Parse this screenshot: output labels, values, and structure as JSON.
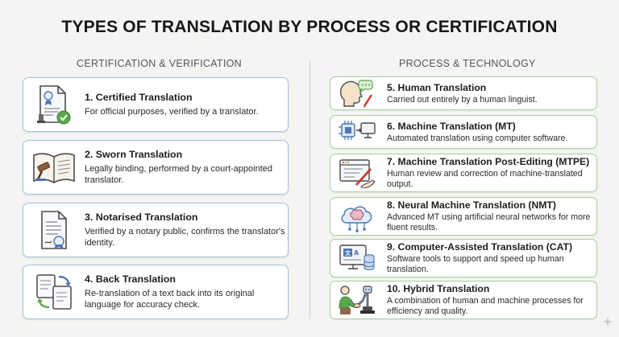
{
  "title": "TYPES OF TRANSLATION BY PROCESS OR CERTIFICATION",
  "left_heading": "CERTIFICATION & VERIFICATION",
  "right_heading": "PROCESS & TECHNOLOGY",
  "left_items": [
    {
      "title": "1. Certified Translation",
      "desc": "For official purposes, verified by a translator.",
      "icon": "certified-document-icon"
    },
    {
      "title": "2. Sworn Translation",
      "desc": "Legally binding, performed by a court-appointed translator.",
      "icon": "book-gavel-icon"
    },
    {
      "title": "3. Notarised Translation",
      "desc": "Verified by a notary public, confirms the translator's identity.",
      "icon": "notarised-document-icon"
    },
    {
      "title": "4. Back Translation",
      "desc": "Re-translation of a text back into its original language for accuracy check.",
      "icon": "back-translation-icon"
    }
  ],
  "right_items": [
    {
      "title": "5. Human Translation",
      "desc": "Carried out entirely by a human linguist.",
      "icon": "human-head-icon"
    },
    {
      "title": "6. Machine Translation (MT)",
      "desc": "Automated translation using computer software.",
      "icon": "chip-monitor-icon"
    },
    {
      "title": "7. Machine Translation Post-Editing (MTPE)",
      "desc": "Human review and correction of machine-translated output.",
      "icon": "screen-hand-pen-icon"
    },
    {
      "title": "8. Neural Machine Translation (NMT)",
      "desc": "Advanced MT using artificial neural networks for more fluent results.",
      "icon": "cloud-brain-icon"
    },
    {
      "title": "9. Computer-Assisted Translation (CAT)",
      "desc": "Software tools to support and speed up human translation.",
      "icon": "cat-tool-icon"
    },
    {
      "title": "10. Hybrid Translation",
      "desc": "A combination of human and machine processes for efficiency and quality.",
      "icon": "human-robot-handshake-icon"
    }
  ],
  "colors": {
    "left_border": "#a9bfdc",
    "right_border": "#a7cf9b",
    "accent_blue": "#4a77b4",
    "accent_green": "#5aa84e"
  }
}
